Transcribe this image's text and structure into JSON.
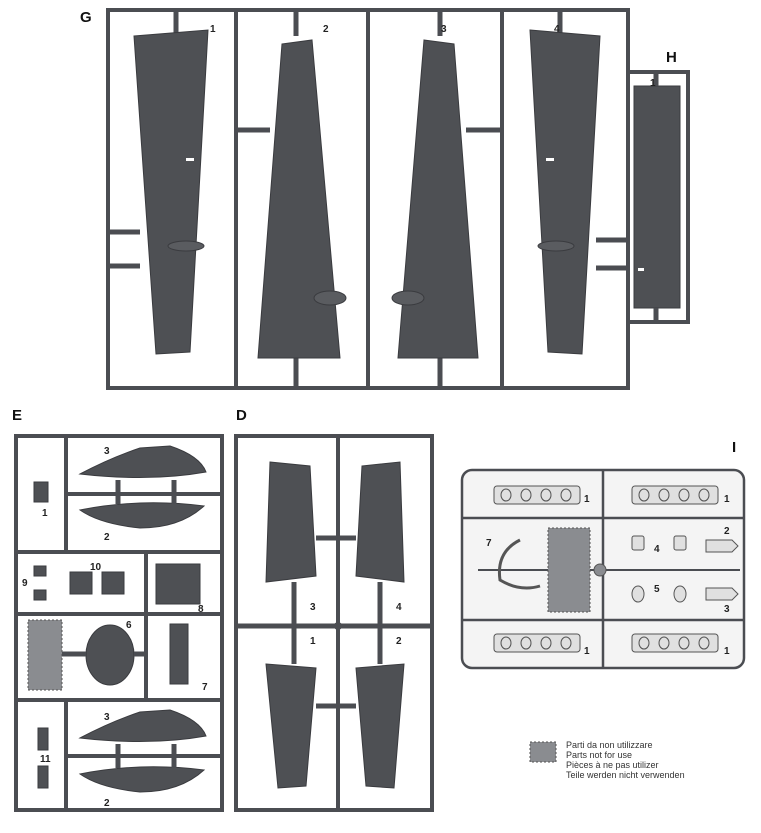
{
  "sprues": {
    "G": {
      "label": "G",
      "parts": [
        "1",
        "2",
        "3",
        "4"
      ]
    },
    "H": {
      "label": "H",
      "parts": [
        "1"
      ]
    },
    "E": {
      "label": "E",
      "parts": [
        "1",
        "2",
        "3",
        "6",
        "7",
        "8",
        "9",
        "10",
        "3",
        "2",
        "11"
      ]
    },
    "D": {
      "label": "D",
      "parts": [
        "3",
        "4",
        "1",
        "2"
      ]
    },
    "I": {
      "label": "I",
      "parts": [
        "1",
        "1",
        "7",
        "2",
        "4",
        "5",
        "3",
        "1",
        "1"
      ]
    }
  },
  "legend": {
    "lines": [
      "Parti da non utilizzare",
      "Parts not for use",
      "Pièces à ne pas utilizer",
      "Teile werden nicht verwenden"
    ],
    "swatch_color": "#8a8c90"
  },
  "colors": {
    "plastic": "#4e5054",
    "frame": "#4b4d52",
    "clear": "#f4f4f4"
  }
}
